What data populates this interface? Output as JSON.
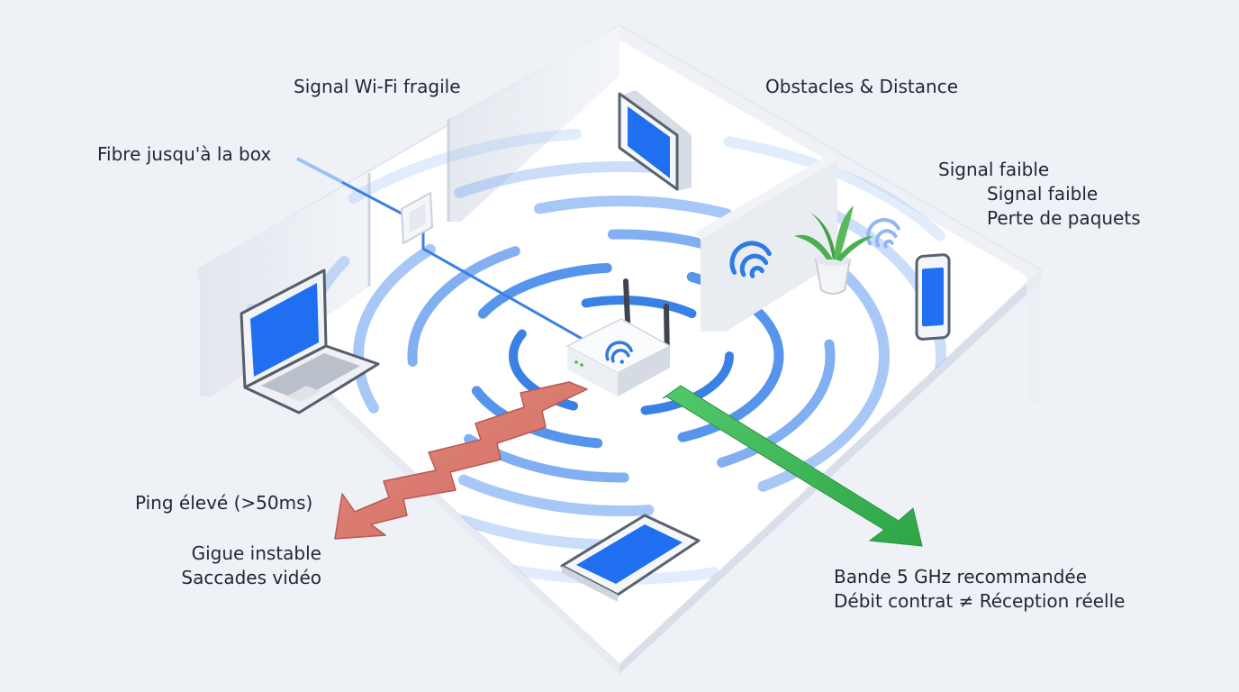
{
  "labels": {
    "signal_fragile": "Signal Wi-Fi fragile",
    "fibre": "Fibre jusqu'à la box",
    "obstacles": "Obstacles & Distance",
    "weak_1": "Signal faible",
    "weak_2": "Signal faible",
    "packet_loss": "Perte de paquets",
    "ping": "Ping élevé (>50ms)",
    "jitter": "Gigue instable",
    "stutter": "Saccades vidéo",
    "band": "Bande 5 GHz recommandée",
    "speed": "Débit contrat ≠ Réception réelle"
  },
  "colors": {
    "background": "#eef2f7",
    "floor": "#ffffff",
    "wall": "#e7ebf1",
    "wave_blue": "#2f7ae5",
    "screen_blue": "#1f6ff0",
    "arrow_red": "#d9786e",
    "arrow_green": "#3cba55",
    "plant": "#4caf50"
  },
  "icons": [
    "router-icon",
    "laptop-icon",
    "tablet-icon",
    "phone-icon",
    "plant-icon",
    "wifi-icon",
    "wall-socket-icon"
  ]
}
